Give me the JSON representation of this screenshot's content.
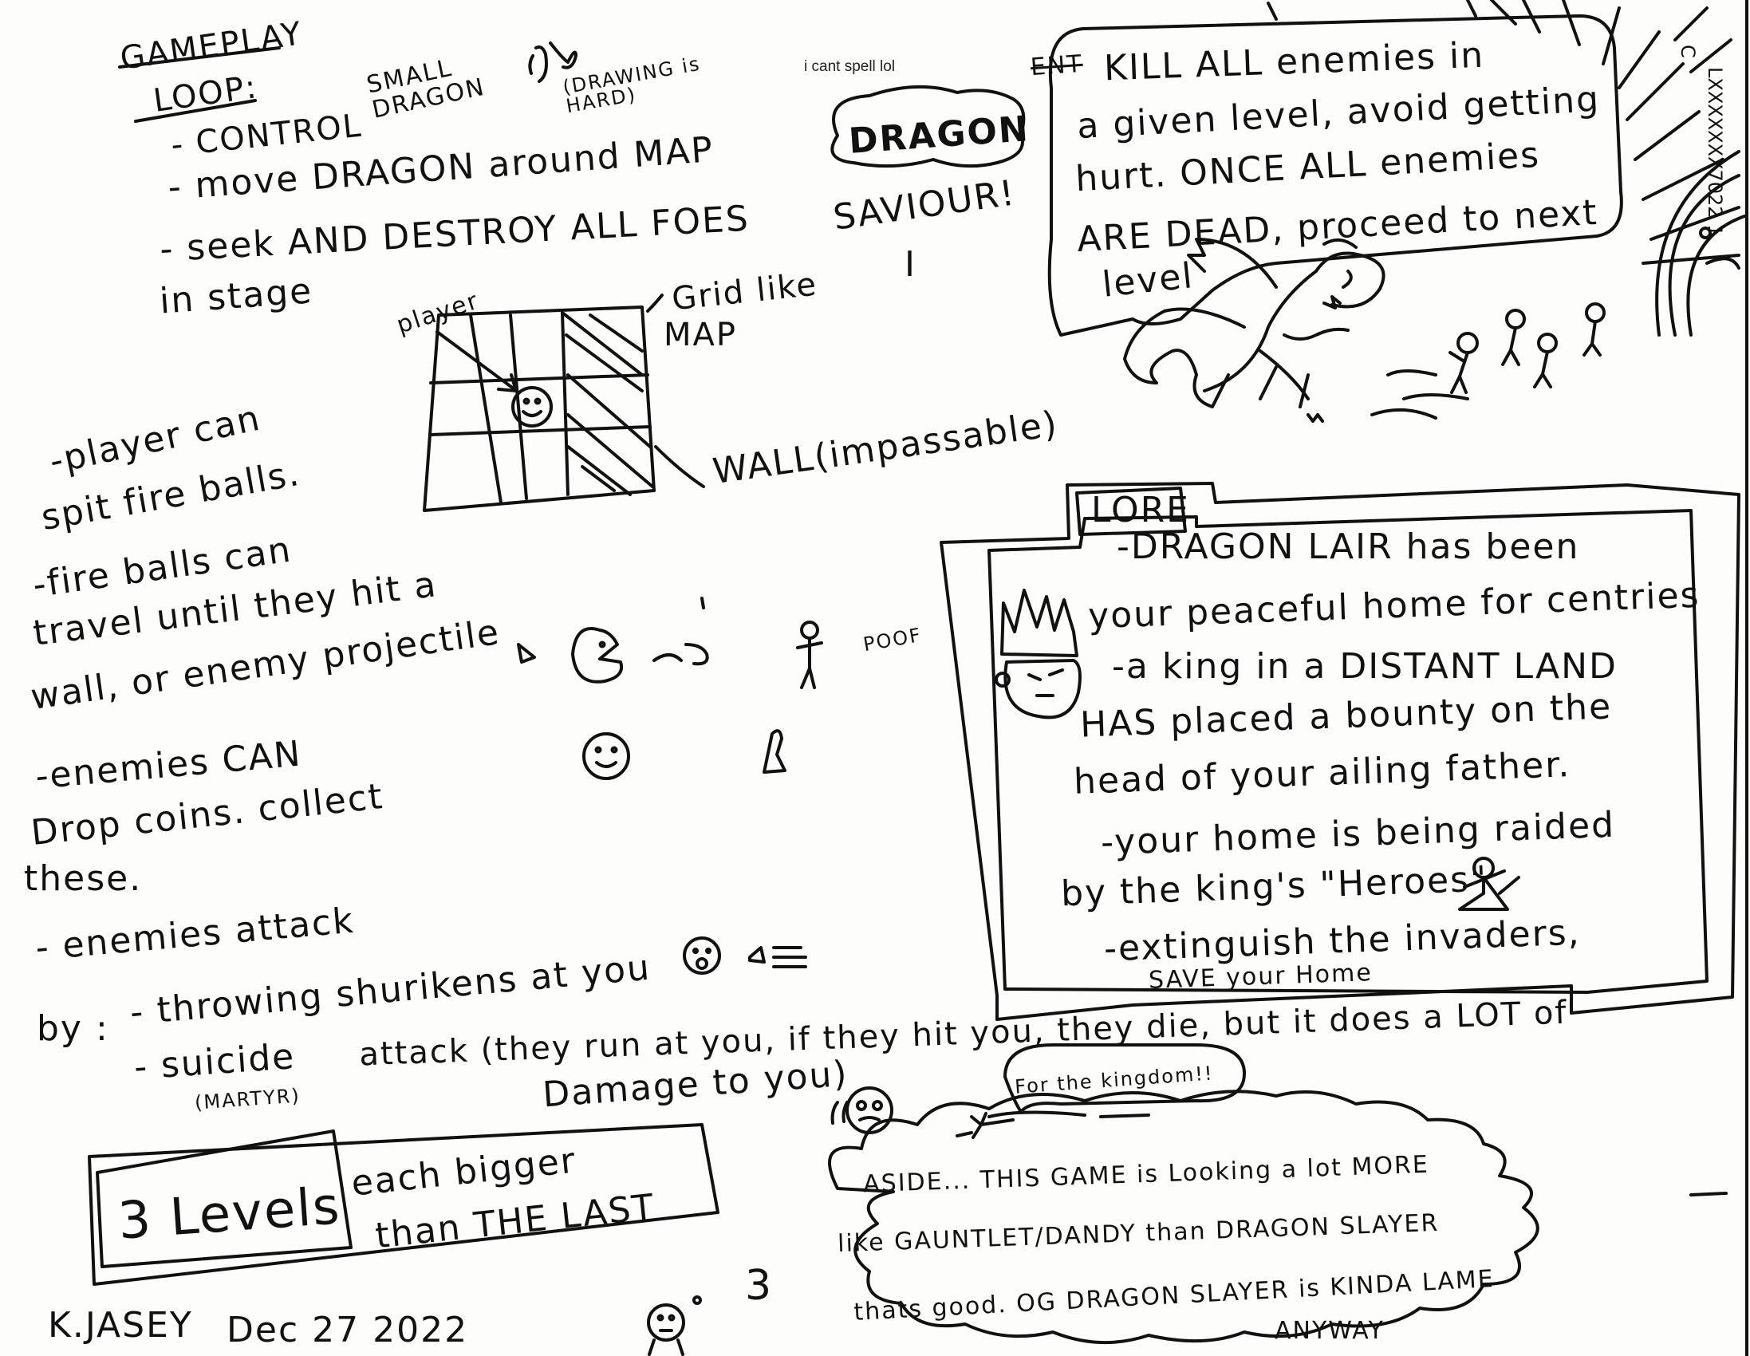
{
  "gameplay": {
    "heading_1": "GAMEPLAY",
    "heading_2": "LOOP:",
    "control_prefix": "- CONTROL",
    "small_dragon": "SMALL DRAGON",
    "drawing_note": "(DRAWING is HARD)",
    "spell_note": "i cant spell lol",
    "move": "- move DRAGON around MAP",
    "seek": "- seek AND DESTROY ALL FOES",
    "in_stage": "in stage"
  },
  "title": {
    "logo": "DRAGON",
    "saviour": "SAVIOUR!",
    "roman": "I"
  },
  "goal": {
    "strike": "ENT",
    "lines": [
      "KILL ALL enemies in",
      "a given level, avoid getting",
      "hurt. ONCE ALL enemies",
      "ARE DEAD, proceed to next",
      "level"
    ]
  },
  "map": {
    "player_label": "player",
    "grid_label_1": "Grid like",
    "grid_label_2": "MAP",
    "wall_label": "WALL(impassable)"
  },
  "player_abilities": {
    "lines": [
      "-player can",
      "spit fire balls.",
      "-fire balls can",
      "travel until they hit a",
      "wall, or enemy projectile"
    ],
    "poof": "POOF"
  },
  "enemies": {
    "coins": [
      "-enemies CAN",
      "Drop coins. collect",
      "these."
    ],
    "attack": "- enemies attack",
    "by": "by :",
    "throwing": "- throwing shurikens at you",
    "suicide": "- suicide",
    "martyr": "(MARTYR)",
    "suicide_rest": "attack (they run at you, if they hit you, they die, but it does a LOT of",
    "damage": "Damage to you)",
    "shout": "For the kingdom!!"
  },
  "levels": {
    "boxed": "3 Levels",
    "rest_1": "each bigger",
    "rest_2": "than THE LAST"
  },
  "signature": {
    "name": "K.JASEY",
    "date": "Dec 27 2022"
  },
  "lore": {
    "tab": "LORE",
    "lines": [
      "-DRAGON LAIR has been",
      "your peaceful home for centries",
      "-a king in a DISTANT LAND",
      "HAS placed a bounty on the",
      "head of your ailing father.",
      "-your home is being raided",
      "by the king's \"Heroes\"",
      "-extinguish the invaders,",
      "SAVE your Home"
    ]
  },
  "aside": {
    "lines": [
      "ASIDE... THIS GAME is Looking a lot MORE",
      "like GAUNTLET/DANDY than DRAGON SLAYER",
      "thats good. OG DRAGON SLAYER is KINDA LAME",
      "ANYWAY"
    ],
    "num": "3"
  },
  "margin": {
    "tag": "C",
    "code": "LXXXXXXX7022 1"
  }
}
